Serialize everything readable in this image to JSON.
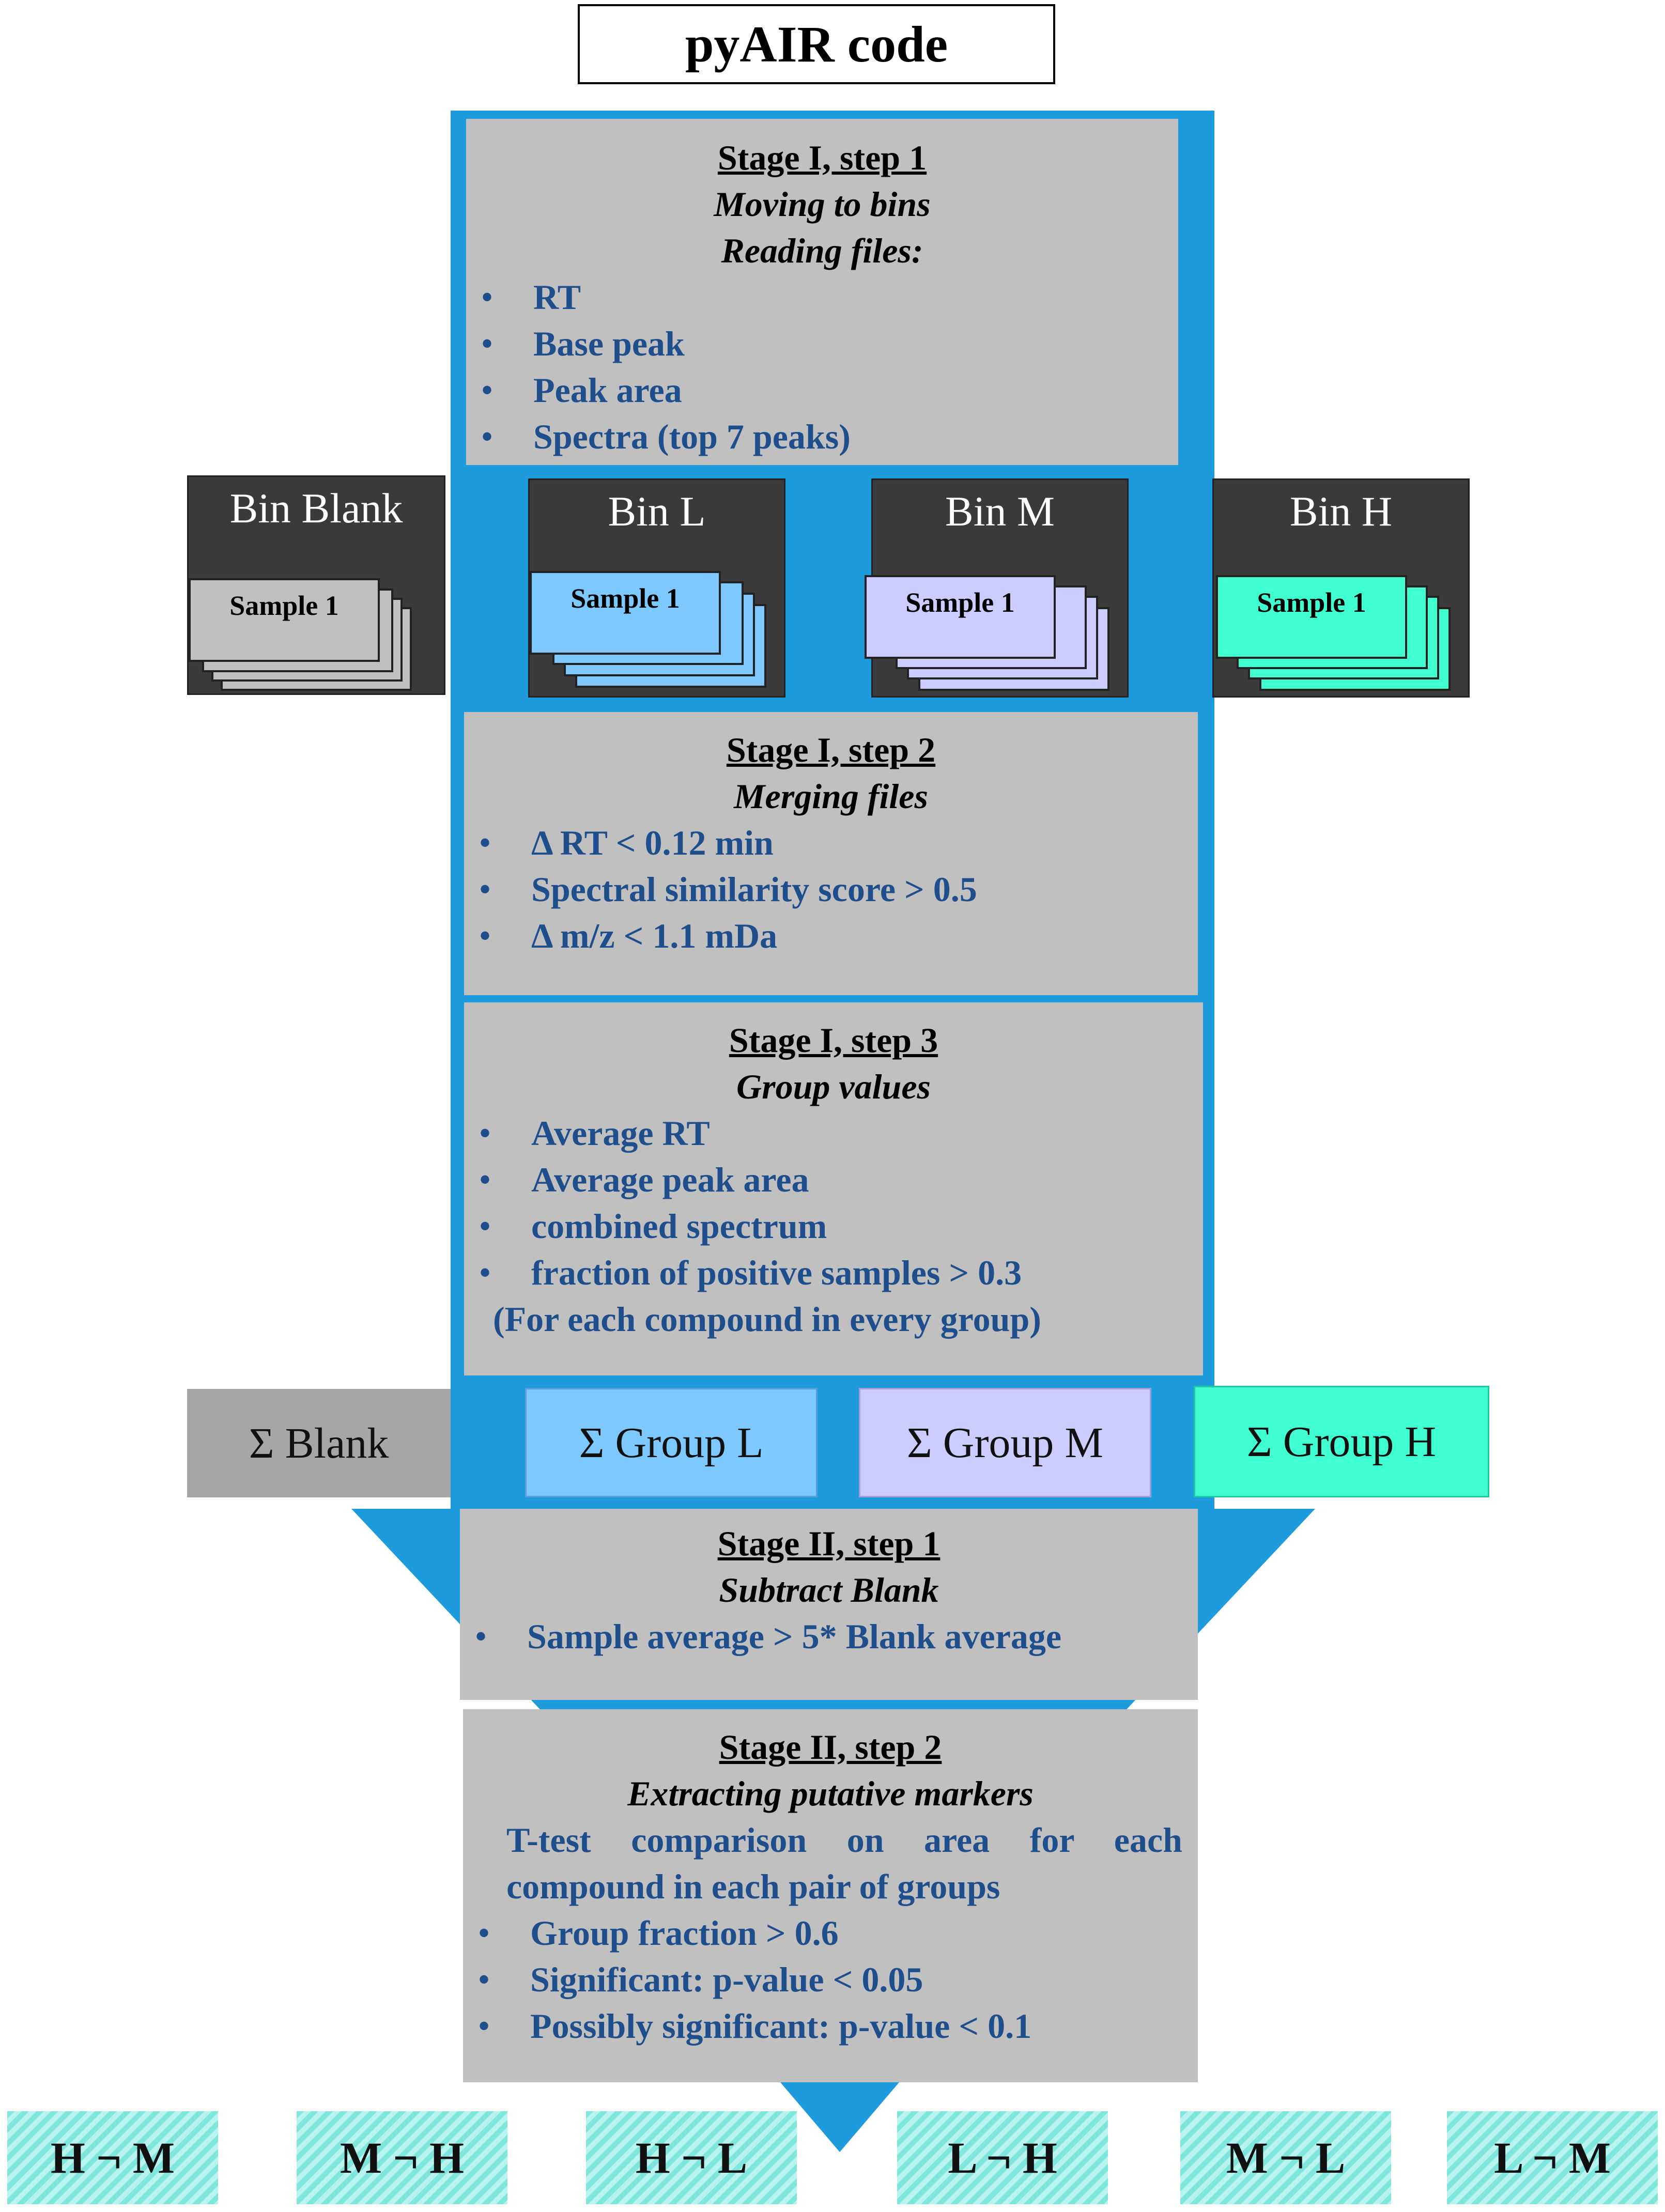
{
  "title": "pyAIR code",
  "stage1_step1": {
    "heading": "Stage I, step 1",
    "subheading": "Moving to bins",
    "subheading2": "Reading files:",
    "items": [
      "RT",
      "Base peak",
      "Peak area",
      "Spectra (top 7 peaks)"
    ]
  },
  "bins": [
    {
      "label": "Bin Blank",
      "sample": "Sample 1",
      "color": "#c0c0c0"
    },
    {
      "label": "Bin L",
      "sample": "Sample 1",
      "color": "#7cc8ff"
    },
    {
      "label": "Bin M",
      "sample": "Sample 1",
      "color": "#ccccff"
    },
    {
      "label": "Bin H",
      "sample": "Sample 1",
      "color": "#40ffd0"
    }
  ],
  "stage1_step2": {
    "heading": "Stage I, step 2",
    "subheading": "Merging files",
    "items": [
      "Δ RT < 0.12 min",
      "Spectral similarity score > 0.5",
      "Δ m/z < 1.1 mDa"
    ]
  },
  "stage1_step3": {
    "heading": "Stage I, step 3",
    "subheading": "Group values",
    "items": [
      "Average RT",
      "Average peak area",
      "combined spectrum",
      "fraction of positive samples > 0.3"
    ],
    "note": "(For each compound in every group)"
  },
  "groups": [
    {
      "label": "Σ Blank",
      "color": "#a6a6a6"
    },
    {
      "label": "Σ Group L",
      "color": "#7cc8ff"
    },
    {
      "label": "Σ Group M",
      "color": "#ccccff"
    },
    {
      "label": "Σ Group H",
      "color": "#40ffd0"
    }
  ],
  "stage2_step1": {
    "heading": "Stage II, step 1",
    "subheading": "Subtract Blank",
    "items": [
      "Sample average > 5* Blank average"
    ]
  },
  "stage2_step2": {
    "heading": "Stage II, step 2",
    "subheading": "Extracting putative markers",
    "note1": "T-test comparison on area for each",
    "note2": "compound in each pair of groups",
    "items": [
      "Group fraction > 0.6",
      "Significant: p-value < 0.05",
      "Possibly significant: p-value < 0.1"
    ]
  },
  "results": [
    "H ¬ M",
    "M ¬ H",
    "H ¬ L",
    "L ¬ H",
    "M ¬ L",
    "L ¬ M"
  ],
  "colors": {
    "arrow": "#1e9bdc",
    "stage_bg": "#c0c0c0",
    "bullet_text": "#1f4e8c"
  }
}
